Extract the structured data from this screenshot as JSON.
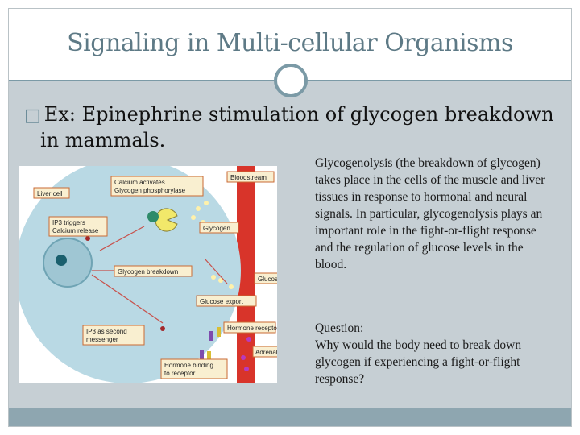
{
  "slide": {
    "title": "Signaling in Multi-cellular Organisms",
    "bullet_icon": "square-bullet-icon",
    "bullet_line1": "Ex: Epinephrine stimulation of glycogen breakdown",
    "bullet_line2": "in mammals.",
    "paragraph1": "Glycogenolysis  (the breakdown of glycogen) takes place in the cells of the muscle and liver tissues in response to hormonal and neural signals. In particular, glycogenolysis plays an important role in the fight-or-flight response and the regulation of glucose levels in the blood.",
    "question_label": "Question:",
    "question_text": "Why would the body need to break down glycogen if experiencing a fight-or-flight response?"
  },
  "diagram": {
    "liver_cell": "Liver cell",
    "calcium_line1": "Calcium activates",
    "calcium_line2": "Glycogen phosphorylase",
    "ip3_line1": "IP3 triggers",
    "ip3_line2": "Calcium release",
    "bloodstream": "Bloodstream",
    "glycogen": "Glycogen",
    "glycogen_breakdown": "Glycogen breakdown",
    "glucose": "Glucose",
    "glucose_export": "Glucose export",
    "hormone_receptors": "Hormone receptors",
    "adrenaline": "Adrenaline",
    "ip3_second_line1": "IP3 as second",
    "ip3_second_line2": "messenger",
    "hormone_binding_line1": "Hormone binding",
    "hormone_binding_line2": "to receptor"
  }
}
